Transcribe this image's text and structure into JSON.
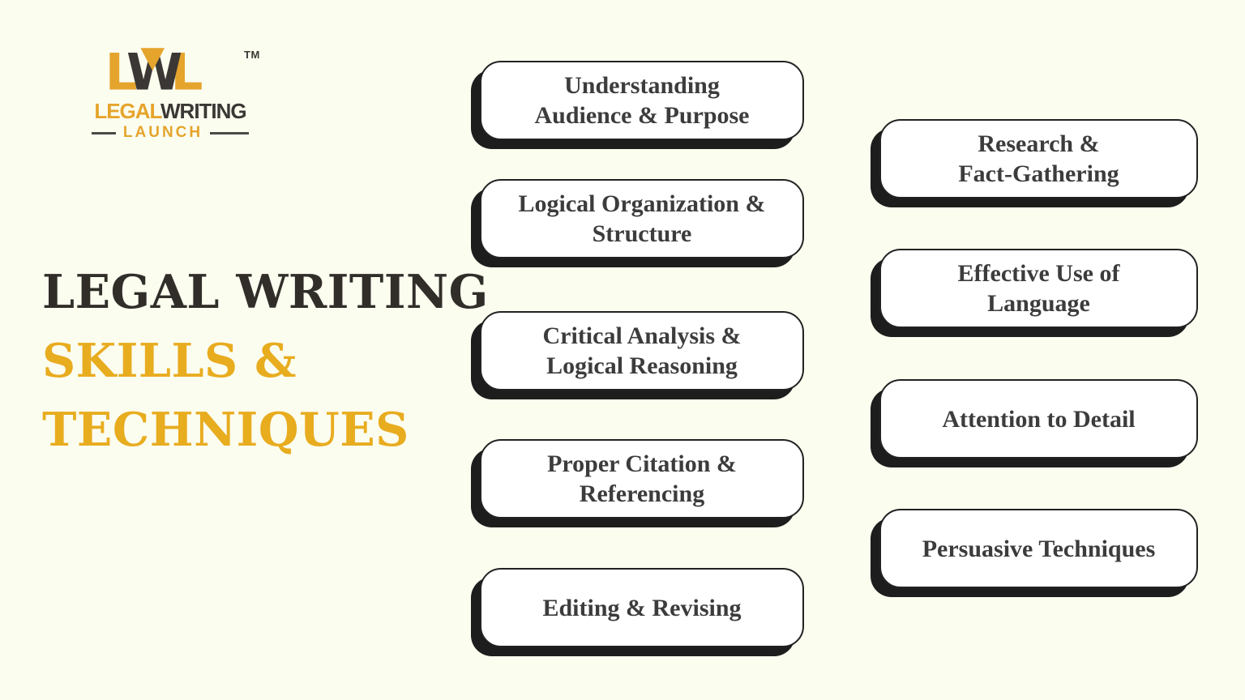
{
  "colors": {
    "background": "#FBFDEF",
    "accent_gold": "#E8AC1F",
    "logo_gold": "#E5A42C",
    "dark_text": "#3B3734",
    "title_dark": "#312E2A",
    "card_fill": "#FFFFFF",
    "card_border": "#222222",
    "card_shadow": "#1D1D1D",
    "card_text": "#3C3C3C"
  },
  "logo": {
    "monogram": {
      "l1": "L",
      "w": "W",
      "l2": "L"
    },
    "tm": "TM",
    "word_legal": "LEGAL",
    "word_writing": "WRITING",
    "word_launch": "LAUNCH"
  },
  "title": {
    "line1": "LEGAL WRITING",
    "line2": "SKILLS &",
    "line3": "TECHNIQUES"
  },
  "cards": {
    "middle": [
      {
        "label": "Understanding\nAudience & Purpose"
      },
      {
        "label": "Logical Organization &\nStructure"
      },
      {
        "label": "Critical Analysis &\nLogical Reasoning"
      },
      {
        "label": "Proper Citation &\nReferencing"
      },
      {
        "label": "Editing & Revising"
      }
    ],
    "right": [
      {
        "label": "Research &\nFact-Gathering"
      },
      {
        "label": "Effective Use of\nLanguage"
      },
      {
        "label": "Attention to Detail"
      },
      {
        "label": "Persuasive Techniques"
      }
    ]
  }
}
